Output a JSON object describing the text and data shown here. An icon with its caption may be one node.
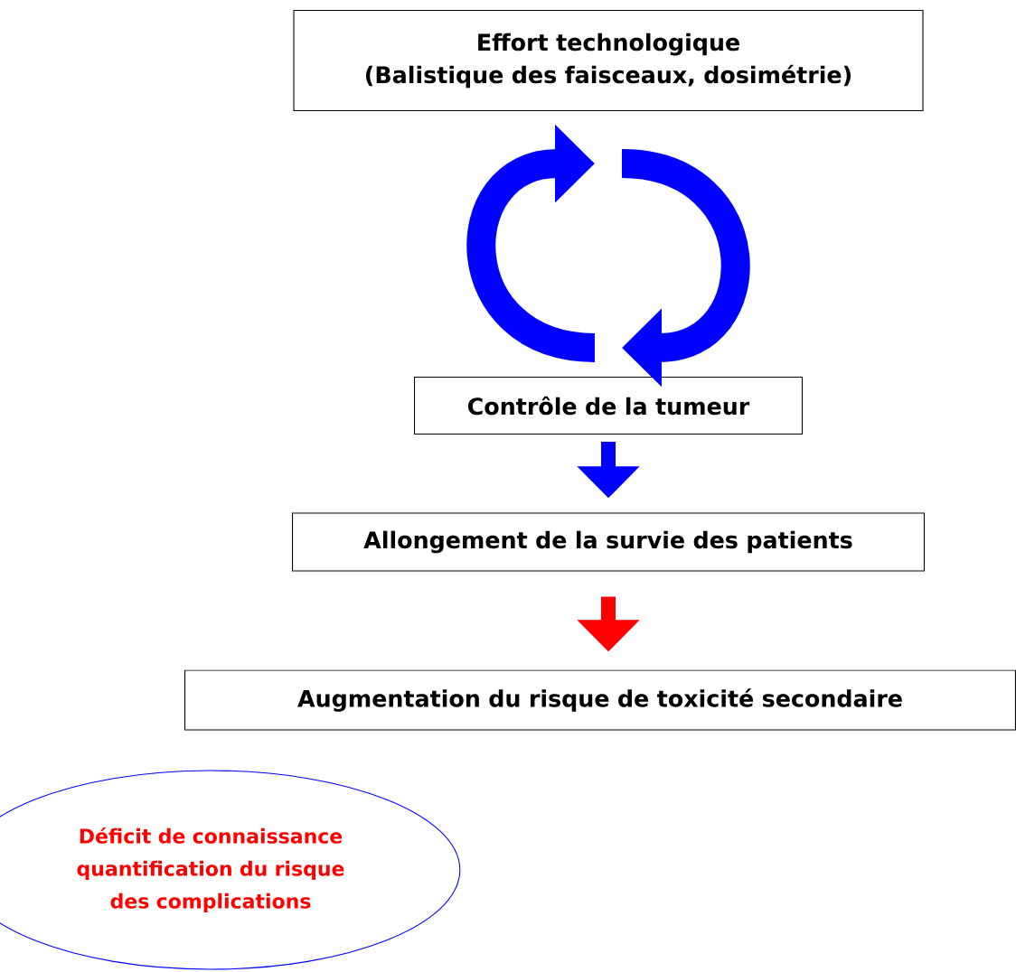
{
  "diagram": {
    "nodes": [
      {
        "text": [
          "Effort technologique",
          "(Balistique des faisceaux, dosimétrie)"
        ]
      },
      {
        "text": [
          "Contrôle de la tumeur"
        ]
      },
      {
        "text": [
          "Allongement de la survie des patients"
        ]
      },
      {
        "text": [
          "Augmentation du risque de toxicité secondaire"
        ]
      },
      {
        "text": [
          "Déficit de connaissance quantification du risque des complications"
        ]
      }
    ],
    "edges": [
      {
        "from": 1,
        "to": 0,
        "arrow": "to",
        "style": "thick"
      },
      {
        "from": 0,
        "to": 1,
        "arrow": "to",
        "style": "thick"
      },
      {
        "from": 1,
        "to": 2,
        "arrow": "to"
      },
      {
        "from": 2,
        "to": 3,
        "arrow": "to",
        "color": "#ff0000"
      }
    ]
  }
}
